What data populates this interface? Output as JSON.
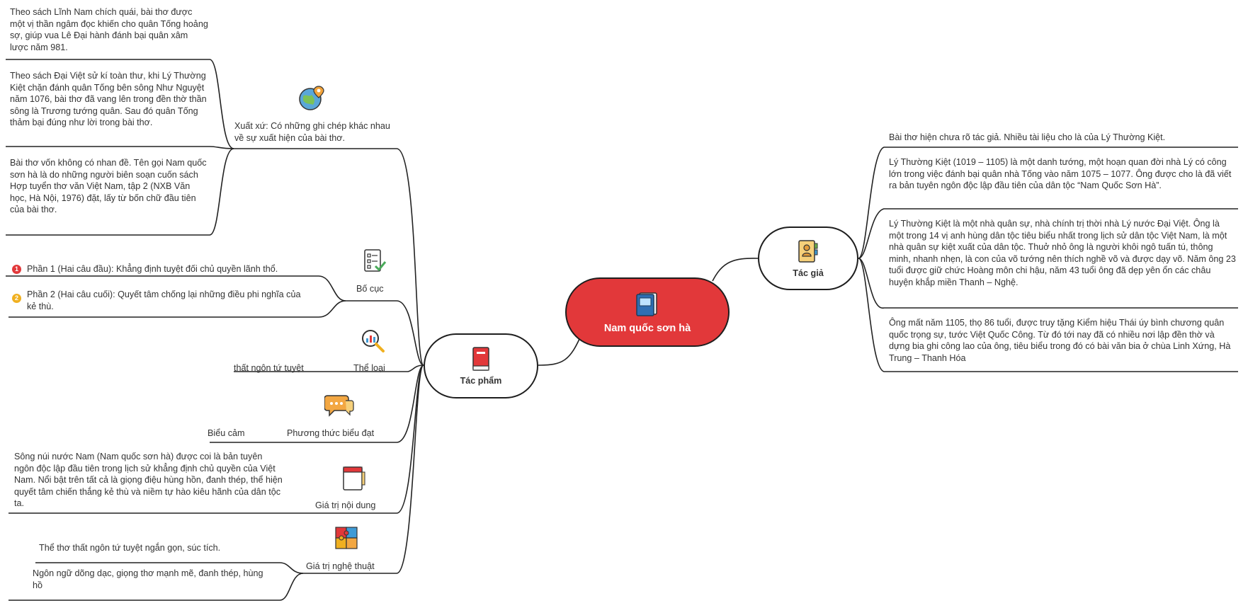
{
  "central": {
    "title": "Nam quốc sơn hà"
  },
  "tac_gia": {
    "title": "Tác giả",
    "notes": [
      "Bài thơ hiện chưa rõ tác giả. Nhiều tài liệu cho là của Lý Thường Kiệt.",
      "Lý Thường Kiệt (1019 – 1105) là một danh tướng, một hoạn quan đời nhà Lý có công lớn trong việc đánh bại quân nhà Tống vào năm 1075 – 1077. Ông được cho là đã viết ra bản tuyên ngôn độc lập đầu tiên của dân tộc “Nam Quốc Sơn Hà”.",
      "Lý Thường Kiệt là một nhà quân sự, nhà chính trị thời nhà Lý nước Đại Việt. Ông là một trong 14 vị anh hùng dân tộc tiêu biểu nhất trong lịch sử dân tộc Việt Nam, là một nhà quân sự kiệt xuất của dân tộc. Thuở nhỏ ông là người khôi ngô tuấn tú, thông minh, nhanh nhẹn, là con của võ tướng nên thích nghề võ và được dạy võ. Năm ông 23 tuổi được giữ chức Hoàng môn chi hậu, năm 43 tuổi ông đã dẹp yên ổn các châu huyện khắp miền Thanh – Nghệ.",
      "Ông mất năm 1105, thọ 86 tuổi, được truy tặng Kiểm hiệu Thái úy bình chương quân quốc trọng sự, tước Việt Quốc Công. Từ đó tới nay đã có nhiều nơi lập đền thờ và dựng bia ghi công lao của ông, tiêu biểu trong đó có bài văn bia ở chùa Linh Xứng, Hà Trung – Thanh Hóa"
    ]
  },
  "tac_pham": {
    "title": "Tác phẩm",
    "xuat_xu": {
      "label": "Xuất xứ: Có những ghi chép khác nhau về sự xuất hiện của bài thơ.",
      "notes": [
        "Theo sách Lĩnh Nam chích quái, bài thơ được một vị thần ngâm đọc khiến cho quân Tống hoảng sợ, giúp vua Lê Đại hành đánh bại quân xâm lược năm 981.",
        "Theo sách Đại Việt sử kí toàn thư, khi Lý Thường Kiệt chặn đánh quân Tống bên sông Như Nguyệt năm 1076, bài thơ đã vang lên trong đền thờ thần sông là Trương tướng quân. Sau đó quân Tống thảm bại đúng như lời trong bài thơ.",
        "Bài thơ vốn không có nhan đề. Tên gọi Nam quốc sơn hà là do những người biên soạn cuốn sách Hợp tuyển thơ văn Việt Nam, tập 2 (NXB Văn học, Hà Nội, 1976) đặt, lấy từ bốn chữ đầu tiên của bài thơ."
      ]
    },
    "bo_cuc": {
      "label": "Bố cục",
      "items": [
        {
          "marker": "1",
          "text": "Phần 1 (Hai câu đầu): Khẳng định tuyệt đối chủ quyền lãnh thổ."
        },
        {
          "marker": "2",
          "text": "Phần 2 (Hai câu cuối): Quyết tâm chống lại những điều phi nghĩa của kẻ thù."
        }
      ]
    },
    "the_loai": {
      "label": "Thể loại",
      "value": "thất ngôn tứ tuyệt"
    },
    "phuong_thuc": {
      "label": "Phương thức biểu đạt",
      "value": "Biểu cảm"
    },
    "gia_tri_noi_dung": {
      "label": "Giá trị nội dung",
      "value": "Sông núi nước Nam (Nam quốc sơn hà) được coi là bản tuyên ngôn độc lập đầu tiên trong lịch sử khẳng định chủ quyền của Việt Nam. Nổi bật trên tất cả là giọng điệu hùng hồn, đanh thép, thể hiện quyết tâm chiến thắng kẻ thù và niềm tự hào kiêu hãnh của dân tộc ta."
    },
    "gia_tri_nghe_thuat": {
      "label": "Giá trị nghệ thuật",
      "items": [
        "Thể thơ thất ngôn tứ tuyệt ngắn gọn, súc tích.",
        "Ngôn ngữ dõng dạc, giọng thơ mạnh mẽ, đanh thép, hùng hồ"
      ]
    }
  },
  "colors": {
    "central_fill": "#e2383a",
    "line": "#222222",
    "marker_1": "#e2383a",
    "marker_2": "#f0b020"
  },
  "icons": {
    "central": "computer-book-icon",
    "tac_gia": "contact-card-icon",
    "tac_pham": "red-book-icon",
    "xuat_xu": "globe-pin-icon",
    "bo_cuc": "checklist-icon",
    "the_loai": "magnifier-chart-icon",
    "phuong_thuc": "speech-bubble-icon",
    "gia_tri_noi_dung": "notebook-icon",
    "gia_tri_nghe_thuat": "puzzle-icon"
  }
}
